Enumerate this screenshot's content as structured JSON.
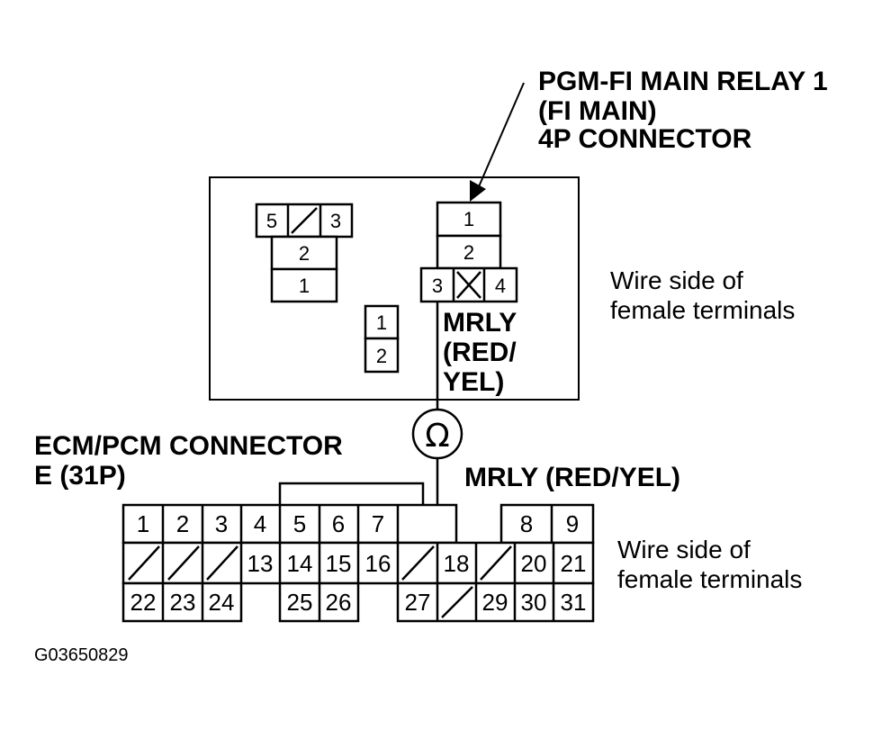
{
  "labels": {
    "relay_title_1": "PGM-FI MAIN RELAY 1",
    "relay_title_2": "(FI MAIN)",
    "relay_title_3": "4P CONNECTOR",
    "wire_side_1a": "Wire side of",
    "wire_side_1b": "female terminals",
    "mrly_1": "MRLY",
    "mrly_2": "(RED/",
    "mrly_3": "YEL)",
    "ecm_title_1": "ECM/PCM CONNECTOR",
    "ecm_title_2": "E (31P)",
    "mrly_inline": "MRLY (RED/YEL)",
    "wire_side_2a": "Wire side of",
    "wire_side_2b": "female terminals",
    "ohm_symbol": "Ω",
    "figure_code": "G03650829"
  },
  "relay_box": {
    "conn_a": {
      "pins": [
        "5",
        "3",
        "2",
        "1"
      ]
    },
    "conn_b": {
      "pins": [
        "1",
        "2"
      ]
    },
    "conn_4p": {
      "pins": [
        "1",
        "2",
        "3",
        "4"
      ]
    }
  },
  "ecm_connector": {
    "row1": [
      "1",
      "2",
      "3",
      "4",
      "5",
      "6",
      "7",
      "8",
      "9"
    ],
    "row2": [
      "13",
      "14",
      "15",
      "16",
      "18",
      "20",
      "21"
    ],
    "row3": [
      "22",
      "23",
      "24",
      "25",
      "26",
      "27",
      "29",
      "30",
      "31"
    ]
  }
}
